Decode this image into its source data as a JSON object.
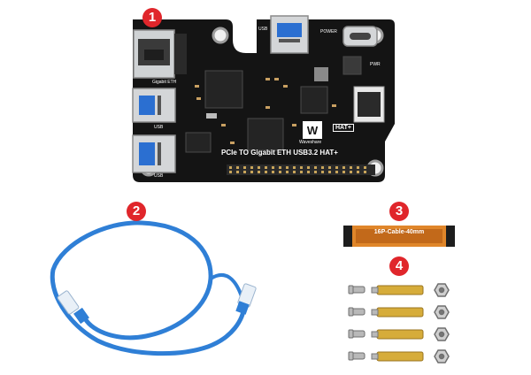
{
  "callouts": [
    "1",
    "2",
    "3",
    "4"
  ],
  "board": {
    "title": "PCIe TO Gigabit ETH USB3.2 HAT+",
    "brand": "Waveshare",
    "hat_label": "HAT+",
    "port_labels": {
      "usb_top": "USB",
      "usb_mid": "USB",
      "usb_bottom": "USB",
      "ethernet": "Gigabit ETH",
      "power": "POWER",
      "pwr": "PWR"
    }
  },
  "cable_label": "16P-Cable-40mm",
  "colors": {
    "board": "#141414",
    "callout": "#e0262b",
    "ethernet_cable": "#2f7fd6",
    "ribbon": "#e0862a",
    "brass": "#d6ac3a"
  }
}
